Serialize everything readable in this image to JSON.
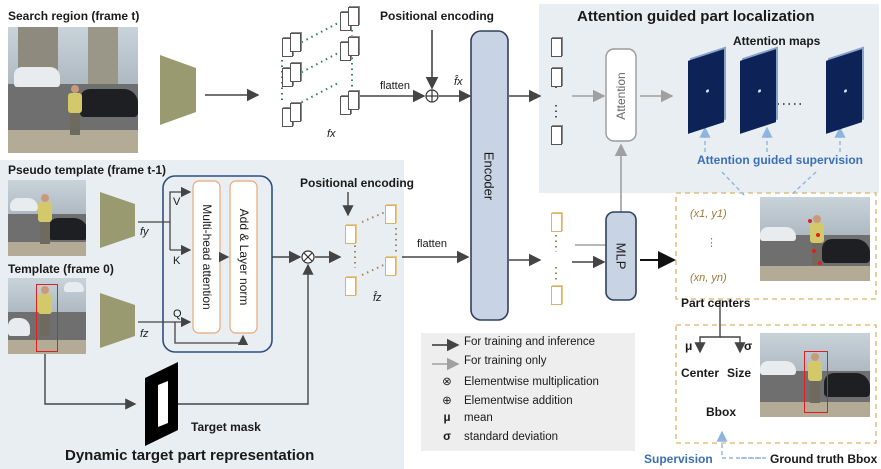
{
  "labels": {
    "search_region": "Search region (frame t)",
    "positional_encoding_top": "Positional encoding",
    "flatten_top": "flatten",
    "fx_hat": "f̂x",
    "fx": "fx",
    "attention_title": "Attention guided part localization",
    "attention_maps": "Attention maps",
    "attention_block": "Attention",
    "attention_supervision": "Attention guided supervision",
    "pseudo_template": "Pseudo template (frame t-1)",
    "template": "Template  (frame 0)",
    "fy": "fy",
    "fz": "fz",
    "v": "V",
    "k": "K",
    "q": "Q",
    "mha": "Multi-head attention",
    "addnorm": "Add & Layer norm",
    "positional_encoding_mid": "Positional encoding",
    "flatten_mid": "flatten",
    "fz_hat": "f̂z",
    "encoder": "Encoder",
    "mlp": "MLP",
    "coord_first": "(x1, y1)",
    "coord_dots": "⋮",
    "coord_last": "(xn, yn)",
    "part_centers": "Part centers",
    "mu": "μ",
    "sigma": "σ",
    "center": "Center",
    "size": "Size",
    "bbox": "Bbox",
    "target_mask": "Target mask",
    "dynamic_title": "Dynamic target part representation",
    "supervision": "Supervision",
    "ground_truth": "Ground truth Bbox"
  },
  "legend": [
    {
      "symbol": "→",
      "text": "For training and inference",
      "color": "#333333"
    },
    {
      "symbol": "→",
      "text": "For training only",
      "color": "#9a9a9a"
    },
    {
      "symbol": "⊗",
      "text": "Elementwise multiplication",
      "color": "#333333"
    },
    {
      "symbol": "⊕",
      "text": "Elementwise addition",
      "color": "#333333"
    },
    {
      "symbol": "μ",
      "text": "mean",
      "color": "#333333"
    },
    {
      "symbol": "σ",
      "text": "standard deviation",
      "color": "#333333"
    }
  ],
  "colors": {
    "panel_bg": "#e8eef2",
    "legend_bg": "#eeeeee",
    "encoder_fill": "#c8d3e3",
    "encoder_stroke": "#2f4060",
    "trapezoid": "#9a9a70",
    "attention_map": "#0d2257",
    "dashed_blue": "#8fb5de",
    "part_box": "#d9b36b",
    "mha_stroke": "#e8a878",
    "big_box_stroke": "#2f4f7f"
  }
}
